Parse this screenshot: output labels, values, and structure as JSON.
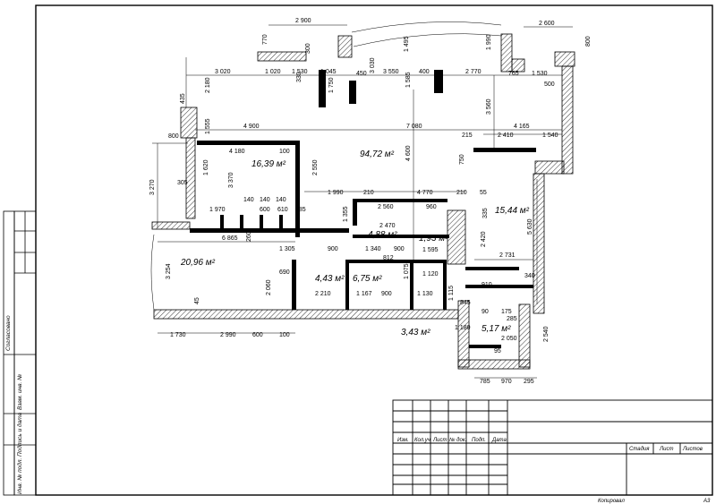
{
  "plan": {
    "areas": {
      "main": "94,72 м²",
      "a2": "16,39 м²",
      "a3": "15,44 м²",
      "a4": "20,96 м²",
      "a5": "4,88 м²",
      "a6": "1,93 м²",
      "a7": "4,43 м²",
      "a8": "6,75 м²",
      "a9": "3,43 м²",
      "a10": "5,17 м²"
    },
    "dims": {
      "d2900": "2 900",
      "d2600": "2 600",
      "d800a": "800",
      "d770": "770",
      "d300a": "300",
      "d1495": "1 495",
      "d1990": "1 990",
      "d3020": "3 020",
      "d1020": "1 020",
      "d1530": "1 530",
      "d1045": "1 045",
      "d3030": "3 030",
      "d450": "450",
      "d3550": "3 550",
      "d400": "400",
      "d2770": "2 770",
      "d765": "765",
      "d1530b": "1 530",
      "d500": "500",
      "d2180": "2 180",
      "d330": "330",
      "d1750": "1 750",
      "d1585": "1 585",
      "d435": "435",
      "d4900": "4 900",
      "d7080": "7 080",
      "d4165": "4 165",
      "d3560": "3 560",
      "d2410": "2 410",
      "d1540": "1 540",
      "d215": "215",
      "d1555": "1 555",
      "d800b": "800",
      "d3270": "3 270",
      "d4180": "4 180",
      "d100": "100",
      "d4600": "4 600",
      "d750": "750",
      "d1620": "1 620",
      "d3370": "3 370",
      "d2550": "2 550",
      "d305": "305",
      "d1990b": "1 990",
      "d210a": "210",
      "d4770": "4 770",
      "d210b": "210",
      "d55": "55",
      "d1970": "1 970",
      "d140a": "140",
      "d140b": "140",
      "d140c": "140",
      "d600": "600",
      "d610": "610",
      "d685": "685",
      "d2560": "2 560",
      "d960": "960",
      "d335": "335",
      "d2470": "2 470",
      "d1355": "1 355",
      "d6865": "6 865",
      "d260": "260",
      "d2420": "2 420",
      "d5630": "5 630",
      "d1305": "1 305",
      "d900a": "900",
      "d1340": "1 340",
      "d900b": "900",
      "d812": "812",
      "d1595": "1 595",
      "d2731": "2 731",
      "d3254": "3 254",
      "d690": "690",
      "d1120": "1 120",
      "d340": "340",
      "d910": "910",
      "d2060": "2 060",
      "d2210": "2 210",
      "d1167": "1 167",
      "d900c": "900",
      "d1130": "1 130",
      "d1115": "1 115",
      "d845": "845",
      "d45": "45",
      "d90": "90",
      "d175": "175",
      "d285": "285",
      "d1180": "1 180",
      "d2050": "2 050",
      "d2540": "2 540",
      "d1730": "1 730",
      "d2990": "2 990",
      "d600b": "600",
      "d100b": "100",
      "d785": "785",
      "d970": "970",
      "d295": "295",
      "d95": "95",
      "d1075": "1 075"
    }
  },
  "side_stamp": {
    "soglasovano": "Согласовано",
    "vzam": "Взам. инв. №",
    "podpis": "Подпись и дата",
    "inv": "Инв. № подл."
  },
  "title_block": {
    "izm": "Изм.",
    "kol": "Кол.уч",
    "list": "Лист",
    "ndok": "№ док.",
    "podp": "Подп.",
    "data": "Дата",
    "stadiya": "Стадия",
    "list2": "Лист",
    "listov": "Листов"
  },
  "footer": {
    "copied": "Копировал",
    "format": "A3"
  }
}
